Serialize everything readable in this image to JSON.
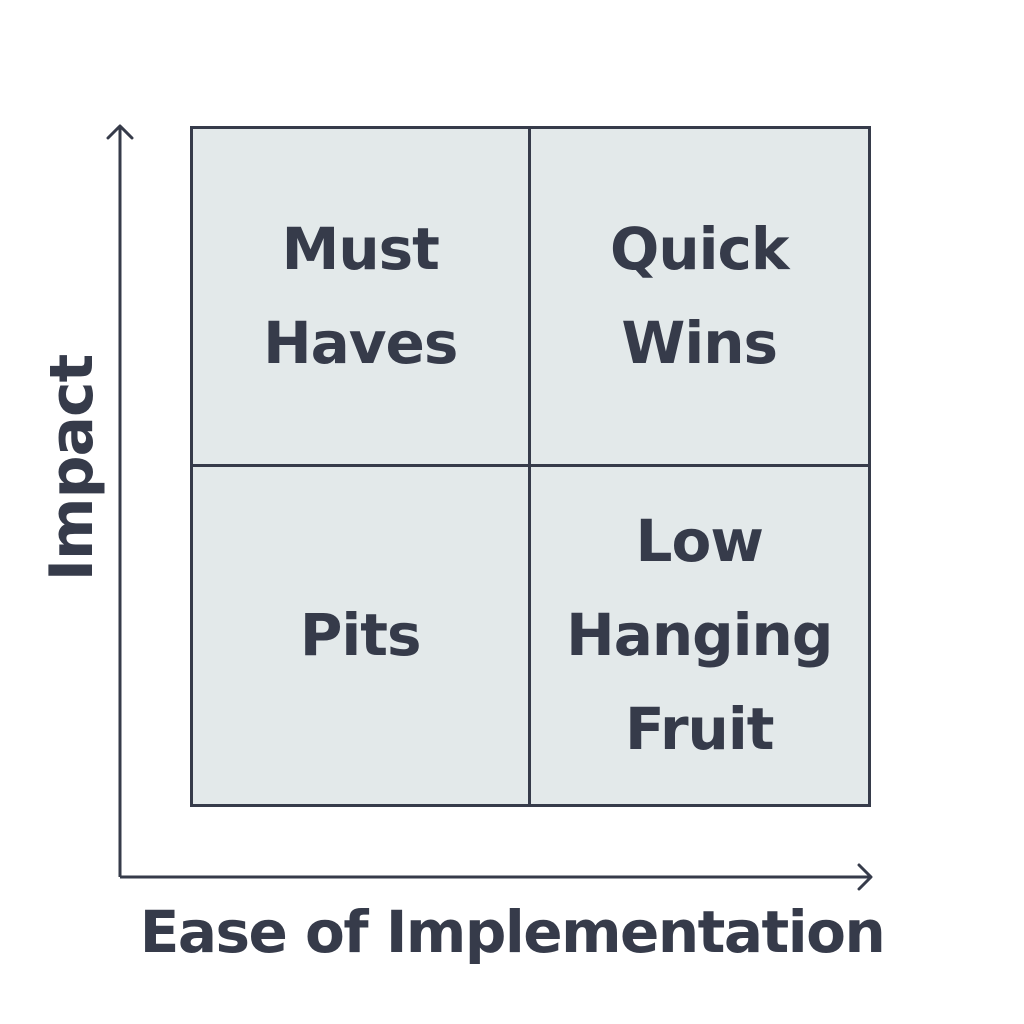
{
  "axes": {
    "y_label": "Impact",
    "x_label": "Ease of Implementation"
  },
  "quadrants": {
    "top_left": "Must\nHaves",
    "top_right": "Quick\nWins",
    "bottom_left": "Pits",
    "bottom_right": "Low\nHanging\nFruit"
  },
  "colors": {
    "stroke": "#363b4a",
    "fill": "#e3e9ea"
  }
}
